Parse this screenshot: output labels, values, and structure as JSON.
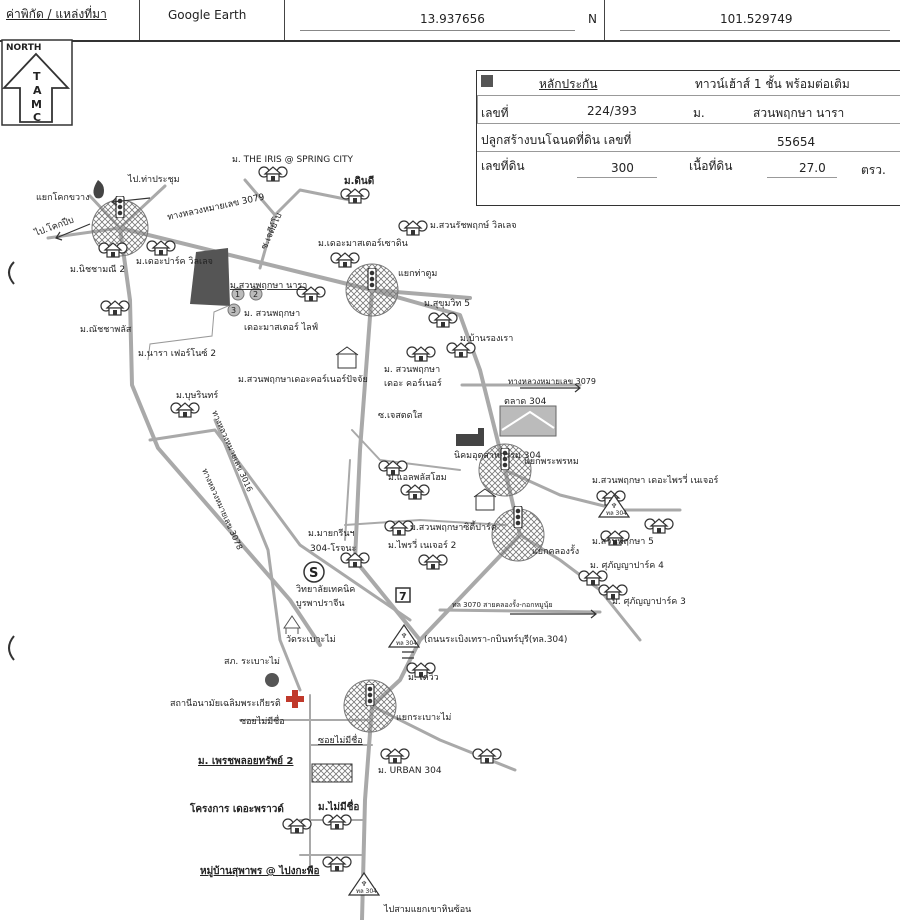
{
  "header": {
    "source_label": "ค่าพิกัด / แหล่งที่มา",
    "source_value": "Google Earth",
    "latitude": "13.937656",
    "lat_dir": "N",
    "longitude": "101.529749"
  },
  "north_arrow": {
    "title": "NORTH",
    "letters": [
      "T",
      "A",
      "M",
      "C"
    ]
  },
  "info_box": {
    "collateral_label": "หลักประกัน",
    "property_type": "ทาวน์เฮ้าส์ 1 ชั้น พร้อมต่อเติม",
    "house_no_label": "เลขที่",
    "house_no": "224/393",
    "village_prefix": "ม.",
    "village_name": "สวนพฤกษา นารา",
    "deed_label": "ปลูกสร้างบนโฉนดที่ดิน เลขที่",
    "deed_no": "55654",
    "land_no_label": "เลขที่ดิน",
    "land_no": "300",
    "area_label": "เนื้อที่ดิน",
    "area_value": "27.0",
    "area_unit": "ตรว."
  },
  "map": {
    "labels": {
      "l01": "ม. THE IRIS @ SPRING CITY",
      "l02": "ไป.ท่าประชุม",
      "l03": "ม.ดินดี",
      "l04": "แยกโคกขวาง",
      "l05": "ไป.โคกปีบ",
      "l06": "ทางหลวงหมายเลข 3079",
      "l07": "ม.สวนรัชพฤกษ์ วิลเลจ",
      "l08": "ม.เดอะปาร์ค วิลเลจ",
      "l09": "ม.นิชชามณี 2",
      "l10": "ซ.เจดีย์โบ",
      "l11": "ม.เดอะมาสเตอร์เซาดิน",
      "l12": "แยกท่าตูม",
      "l13": "ม.สวนพฤกษา นารา",
      "l14": "ม.สุขุมวิท 5",
      "l15": "ม. สวนพฤกษา",
      "l16": "เดอะมาสเตอร์ ไลฟ์",
      "l17": "ม.ณัชชาพลัส",
      "l18": "ม.บ้านรองเรา",
      "l19": "ม.นารา เฟอร์โนซ์ 2",
      "l20": "ม. สวนพฤกษา",
      "l21": "เดอะ คอร์เนอร์",
      "l22": "ม.สวนพฤกษาเดอะคอร์เนอร์ปัจจัย",
      "l23": "ทางหลวงหมายเลข 3079",
      "l24": "ม.บุษรินทร์",
      "l25": "ตลาด 304",
      "l26": "ซ.เจสตดใส",
      "l27": "ทางหลวงหมายเลข 3016",
      "l28": "นิคมอุตสาหกรรม 304",
      "l29": "แยกพระพรหม",
      "l30": "ทางหลวงหมายเลข 3078",
      "l31": "ม.สวนพฤกษา เดอะไพรวี่ เนเจอร์",
      "l32": "ม.แอลพลัสโฮม",
      "l33": "ม.สวนพฤกษาซิตี้ปาร์ค",
      "l34": "ม.สวนพฤกษา 5",
      "l35": "ม.มายกรีนฯ",
      "l36": "304-โรจนะ",
      "l37": "ม.ไพรวี่ เนเจอร์ 2",
      "l38": "แยกคลองรั้ง",
      "l39": "ม. ศุภัญญาปาร์ค 4",
      "l40": "วิทยาลัยเทคนิค",
      "l41": "บูรพาปราจีน",
      "l42": "ม. ศุภัญญาปาร์ค 3",
      "l43": "ทล 3070 สายคลองรั้ง-กอกหมูนุ้ย",
      "l44": "วัดระเบาะไม่",
      "l45": "(ถนนระเบิงเทรา-กบินทร์บุรี(ทล.304)",
      "l46": "สภ. ระเบาะไม่",
      "l47": "ม. เดวิว",
      "l48": "สถานีอนามัยเฉลิมพระเกียรติ",
      "l49": "ซอยไม่มีชื่อ",
      "l50": "แยกระเบาะไม่",
      "l51": "ซอยไม่มีชื่อ",
      "l52": "ม. เพรชพลอยทรัพย์ 2",
      "l53": "ม. URBAN 304",
      "l54": "โครงการ เดอะพราวด์",
      "l55": "ม.ไม่มีชื่อ",
      "l56": "หมู่บ้านสุพาพร @ ไปงกะพือ",
      "l57": "ไปสามแยกเขาหินซ้อน"
    },
    "shields": {
      "s1": "ทล 304",
      "s2": "ทล 304",
      "s3": "ทล 304"
    },
    "markers": {
      "m1": "1",
      "m2": "2",
      "m3": "3"
    },
    "symbols": {
      "station_letter": "S"
    }
  },
  "colors": {
    "road": "#a9a9a9",
    "ink": "#222222",
    "hatch": "#777777",
    "plot": "#555555",
    "cross": "#c0392b"
  }
}
